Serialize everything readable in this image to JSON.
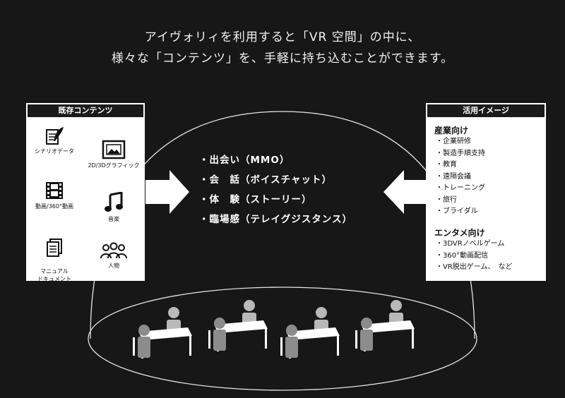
{
  "headline": {
    "line1": "アイヴォリィを利用すると「VR 空間」の中に、",
    "line2": "様々な「コンテンツ」を、手軽に持ち込むことができます。"
  },
  "existing_contents": {
    "title": "既存コンテンツ",
    "items": [
      {
        "label": "シナリオデータ",
        "icon": "scenario-feather-icon"
      },
      {
        "label": "2D/3Dグラフィック",
        "icon": "picture-frame-icon"
      },
      {
        "label": "動画/360°動画",
        "icon": "film-strip-icon"
      },
      {
        "label": "音楽",
        "icon": "music-note-icon"
      },
      {
        "label": "マニュアル\nドキュメント",
        "icon": "document-stack-icon"
      },
      {
        "label": "人物",
        "icon": "people-group-icon"
      }
    ]
  },
  "vr_features": [
    "出会い（MMO）",
    "会　話（ボイスチャット）",
    "体　験（ストーリー）",
    "臨場感（テレイグジスタンス）"
  ],
  "usage_images": {
    "title": "活用イメージ",
    "groups": [
      {
        "name": "産業向け",
        "items": [
          "企業研修",
          "製造手順支持",
          "教育",
          "遠隔会議",
          "トレーニング",
          "旅行",
          "ブライダル"
        ]
      },
      {
        "name": "エンタメ向け",
        "items": [
          "3DVRノベルゲーム",
          "360°動画配信",
          "VR脱出ゲーム、　など"
        ]
      }
    ]
  },
  "colors": {
    "background": "#171717",
    "panel": "#ffffff",
    "figure_front": "#8c8c8c",
    "figure_back": "#b9b9b9",
    "table": "#ffffff"
  }
}
